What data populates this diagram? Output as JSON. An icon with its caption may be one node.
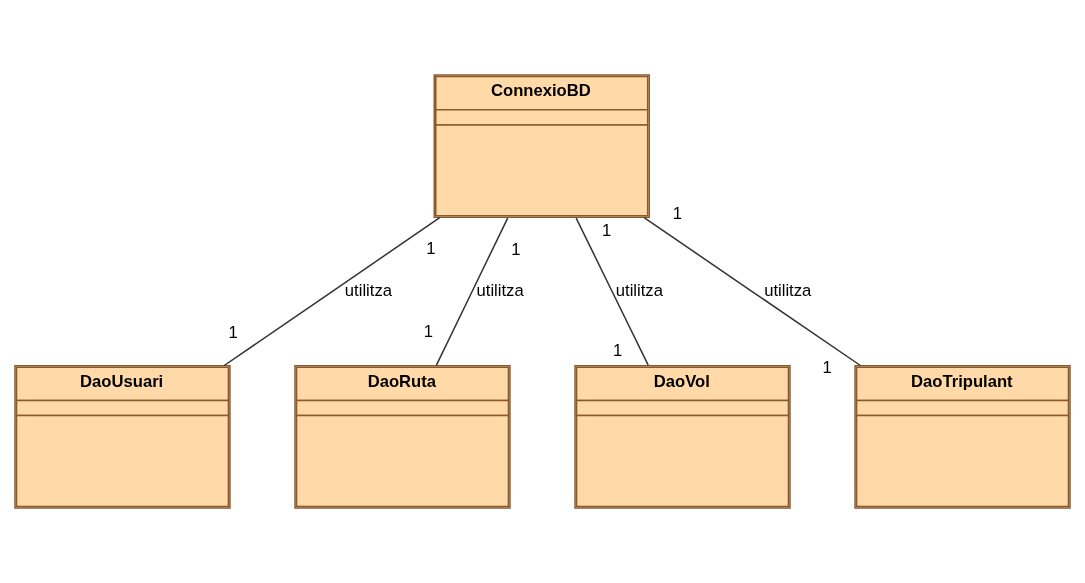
{
  "diagram": {
    "nodes": [
      {
        "text": [
          "ConnexioBD"
        ],
        "beside": [
          "1",
          "1",
          "1",
          "1"
        ]
      },
      {
        "text": [
          "DaoUsuari"
        ],
        "beside": [
          "1"
        ]
      },
      {
        "text": [
          "DaoRuta"
        ],
        "beside": [
          "1"
        ]
      },
      {
        "text": [
          "DaoVol"
        ],
        "beside": [
          "1"
        ]
      },
      {
        "text": [
          "DaoTripulant"
        ],
        "beside": [
          "1"
        ]
      }
    ],
    "edges": [
      {
        "from": 0,
        "to": 1,
        "arrow": "none",
        "label": "utilitza"
      },
      {
        "from": 0,
        "to": 2,
        "arrow": "none",
        "label": "utilitza"
      },
      {
        "from": 0,
        "to": 3,
        "arrow": "none",
        "label": "utilitza"
      },
      {
        "from": 0,
        "to": 4,
        "arrow": "none",
        "label": "utilitza"
      }
    ]
  }
}
